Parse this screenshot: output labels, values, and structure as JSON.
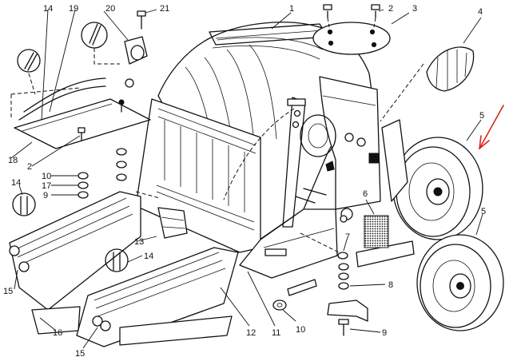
{
  "labels": {
    "n1": "1",
    "n2a": "2",
    "n2b": "2",
    "n3": "3",
    "n4": "4",
    "n5a": "5",
    "n5b": "5",
    "n6": "6",
    "n7": "7",
    "n8": "8",
    "n9a": "9",
    "n9b": "9",
    "n10a": "10",
    "n10b": "10",
    "n11": "11",
    "n12": "12",
    "n13": "13",
    "n14a": "14",
    "n14b": "14",
    "n14c": "14",
    "n15a": "15",
    "n15b": "15",
    "n16": "16",
    "n17": "17",
    "n18": "18",
    "n19": "19",
    "n20": "20",
    "n21": "21"
  },
  "colors": {
    "line": "#111111",
    "background": "#ffffff",
    "arrow": "#d8261c"
  }
}
